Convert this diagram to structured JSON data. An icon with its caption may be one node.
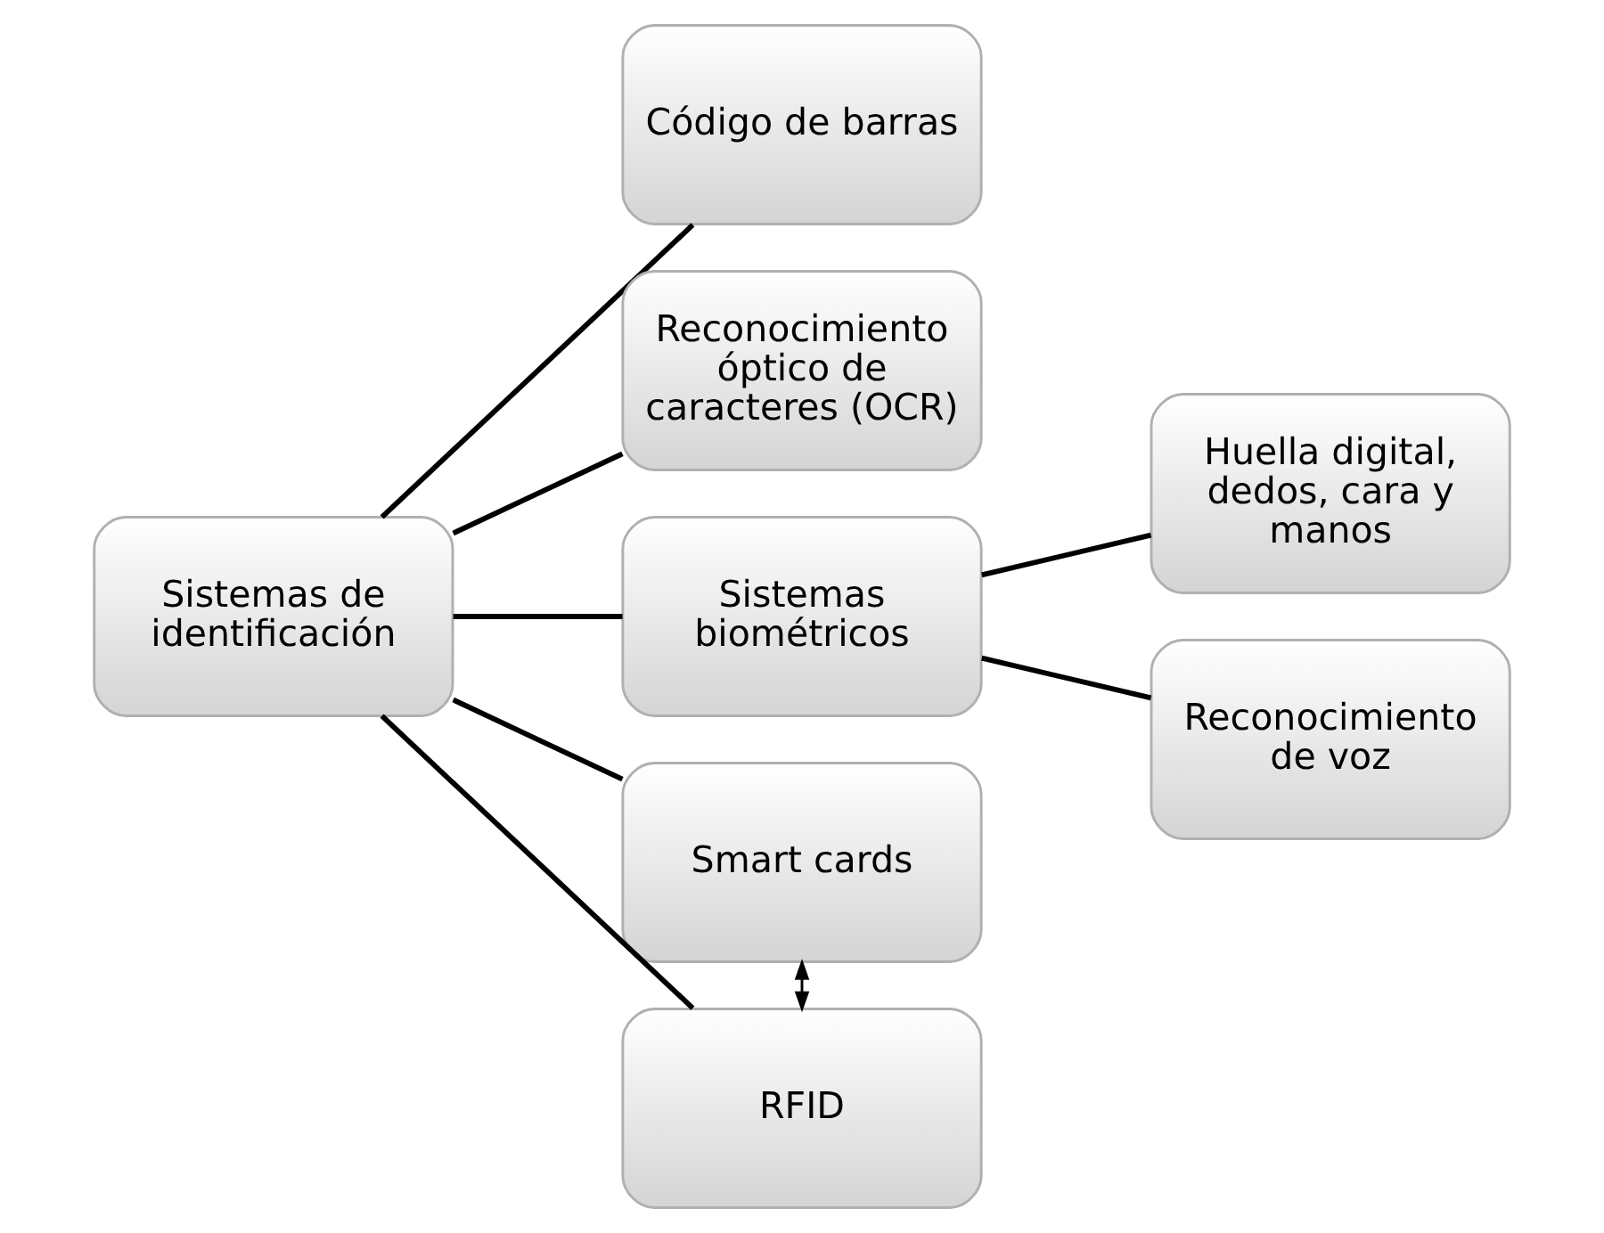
{
  "diagram": {
    "nodes": [
      {
        "text": [
          "Sistemas de identificación"
        ]
      },
      {
        "text": [
          "Código de barras"
        ]
      },
      {
        "text": [
          "Reconocimiento óptico de caracteres (OCR)"
        ]
      },
      {
        "text": [
          "Sistemas biométricos"
        ]
      },
      {
        "text": [
          "Huella digital, dedos, cara y manos"
        ]
      },
      {
        "text": [
          "Reconocimiento de voz"
        ]
      },
      {
        "text": [
          "Smart cards"
        ]
      },
      {
        "text": [
          "RFID"
        ]
      }
    ],
    "edges": [
      {
        "from": 0,
        "to": 1,
        "arrow": "none"
      },
      {
        "from": 0,
        "to": 2,
        "arrow": "none"
      },
      {
        "from": 0,
        "to": 3,
        "arrow": "none"
      },
      {
        "from": 0,
        "to": 6,
        "arrow": "none"
      },
      {
        "from": 0,
        "to": 7,
        "arrow": "none"
      },
      {
        "from": 3,
        "to": 4,
        "arrow": "none"
      },
      {
        "from": 3,
        "to": 5,
        "arrow": "none"
      },
      {
        "from": 6,
        "to": 7,
        "arrow": "both"
      }
    ]
  }
}
